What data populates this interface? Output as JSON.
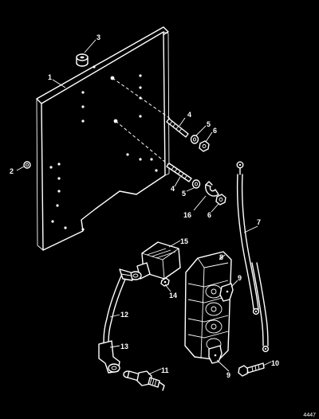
{
  "diagram": {
    "callouts": [
      {
        "id": "c1",
        "label": "1"
      },
      {
        "id": "c2",
        "label": "2"
      },
      {
        "id": "c3",
        "label": "3"
      },
      {
        "id": "c4a",
        "label": "4"
      },
      {
        "id": "c4b",
        "label": "4"
      },
      {
        "id": "c5a",
        "label": "5"
      },
      {
        "id": "c5b",
        "label": "5"
      },
      {
        "id": "c6a",
        "label": "6"
      },
      {
        "id": "c6b",
        "label": "6"
      },
      {
        "id": "c7",
        "label": "7"
      },
      {
        "id": "c8",
        "label": "8"
      },
      {
        "id": "c9a",
        "label": "9"
      },
      {
        "id": "c9b",
        "label": "9"
      },
      {
        "id": "c10",
        "label": "10"
      },
      {
        "id": "c11",
        "label": "11"
      },
      {
        "id": "c12",
        "label": "12"
      },
      {
        "id": "c13",
        "label": "13"
      },
      {
        "id": "c14",
        "label": "14"
      },
      {
        "id": "c15",
        "label": "15"
      },
      {
        "id": "c16",
        "label": "16"
      }
    ],
    "reference_number": "4447"
  }
}
